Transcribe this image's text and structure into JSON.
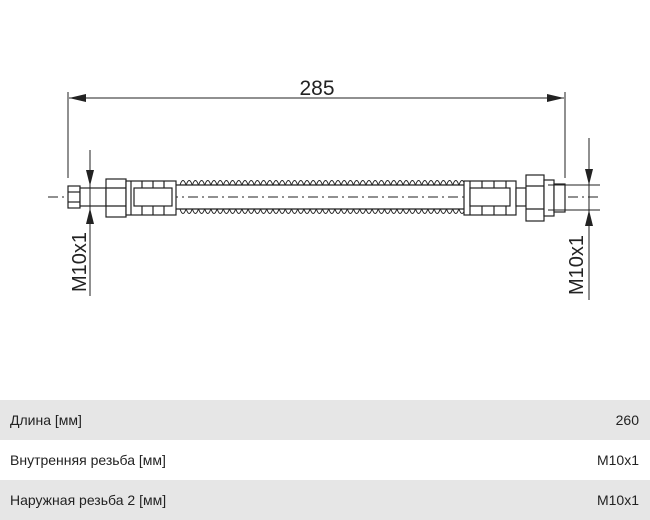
{
  "drawing": {
    "overall_length_label": "285",
    "left_thread_label": "M10x1",
    "right_thread_label": "M10x1"
  },
  "specs": [
    {
      "label": "Длина [мм]",
      "value": "260"
    },
    {
      "label": "Внутренняя резьба [мм]",
      "value": "M10x1"
    },
    {
      "label": "Наружная резьба 2 [мм]",
      "value": "M10x1"
    }
  ]
}
